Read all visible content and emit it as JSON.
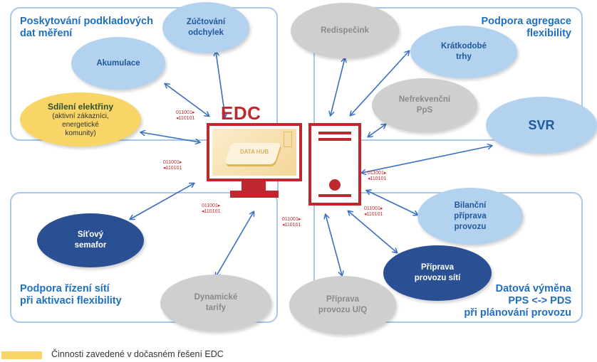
{
  "center": {
    "title": "EDC",
    "screen_label": "DATA HUB"
  },
  "binary_badge": {
    "line1": "011001",
    "line2": "110101"
  },
  "quadrants": [
    {
      "id": "top-left",
      "title": "Poskytování podkladových dat měření"
    },
    {
      "id": "top-right",
      "title": "Podpora agregace flexibility"
    },
    {
      "id": "bottom-left",
      "title": "Podpora řízení sítí při aktivaci flexibility"
    },
    {
      "id": "bottom-right",
      "title": "Datová výměna PPS <-> PDS při plánování provozu"
    }
  ],
  "quadrant_titles": {
    "tl_line1": "Poskytování podkladových",
    "tl_line2": "dat měření",
    "tr_line1": "Podpora agregace",
    "tr_line2": "flexibility",
    "bl_line1": "Podpora řízení sítí",
    "bl_line2": "při aktivaci flexibility",
    "br_line1": "Datová výměna",
    "br_line2": "PPS <-> PDS",
    "br_line3": "při plánování provozu"
  },
  "nodes": {
    "zuctovani": {
      "line1": "Zúčtování",
      "line2": "odchylek",
      "style": "light"
    },
    "akumulace": {
      "line1": "Akumulace",
      "style": "light"
    },
    "sdileni": {
      "line1": "Sdílení elektřiny",
      "sub1": "(aktivní zákazníci,",
      "sub2": "energetické",
      "sub3": "komunity)",
      "style": "yellow"
    },
    "redispecink": {
      "line1": "Redispečink",
      "style": "grey"
    },
    "kratkodobe": {
      "line1": "Krátkodobé",
      "line2": "trhy",
      "style": "light"
    },
    "nefrekvencni": {
      "line1": "Nefrekvenční",
      "line2": "PpS",
      "style": "grey"
    },
    "svr": {
      "line1": "SVR",
      "style": "light"
    },
    "sitovy": {
      "line1": "Síťový",
      "line2": "semafor",
      "style": "dark"
    },
    "dynamicke": {
      "line1": "Dynamické",
      "line2": "tarify",
      "style": "grey"
    },
    "pripravauq": {
      "line1": "Příprava",
      "line2": "provozu U/Q",
      "style": "grey"
    },
    "pripravasiti": {
      "line1": "Příprava",
      "line2": "provozu sítí",
      "style": "dark"
    },
    "bilancni": {
      "line1": "Bilanční",
      "line2": "příprava",
      "line3": "provozu",
      "style": "light"
    }
  },
  "legend": {
    "label": "Činnosti zavedené v dočasném řešení EDC",
    "color": "#f8d566"
  },
  "colors": {
    "accent_red": "#c0282f",
    "title_blue": "#1f6fbf",
    "arrow_blue": "#3a6fc2",
    "light_node": "#b3d2ef",
    "dark_node": "#2a4f93",
    "grey_node": "#cfcfcf",
    "frame": "#a9c8e8"
  }
}
